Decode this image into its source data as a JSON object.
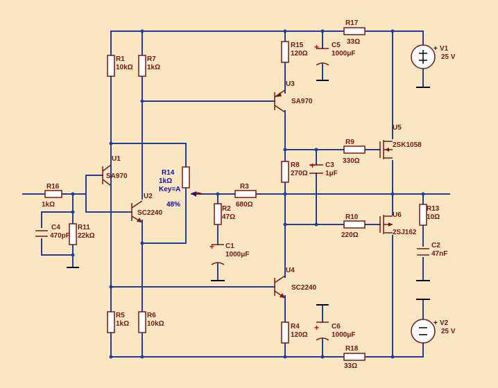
{
  "components": {
    "R1": {
      "name": "R1",
      "value": "10kΩ"
    },
    "R2": {
      "name": "R2",
      "value": "47Ω"
    },
    "R3": {
      "name": "R3",
      "value": "680Ω"
    },
    "R4": {
      "name": "R4",
      "value": "120Ω"
    },
    "R5": {
      "name": "R5",
      "value": "1kΩ"
    },
    "R6": {
      "name": "R6",
      "value": "10kΩ"
    },
    "R7": {
      "name": "R7",
      "value": "1kΩ"
    },
    "R8": {
      "name": "R8",
      "value": "270Ω"
    },
    "R9": {
      "name": "R9",
      "value": "330Ω"
    },
    "R10": {
      "name": "R10",
      "value": "220Ω"
    },
    "R11": {
      "name": "R11",
      "value": "22kΩ"
    },
    "R13": {
      "name": "R13",
      "value": "10Ω"
    },
    "R14": {
      "name": "R14",
      "value": "1kΩ",
      "key": "Key=A",
      "position": "48%"
    },
    "R15": {
      "name": "R15",
      "value": "120Ω"
    },
    "R16": {
      "name": "R16",
      "value": "1kΩ"
    },
    "R17": {
      "name": "R17",
      "value": "33Ω"
    },
    "R18": {
      "name": "R18",
      "value": "33Ω"
    },
    "C1": {
      "name": "C1",
      "value": "1000μF"
    },
    "C2": {
      "name": "C2",
      "value": "47nF"
    },
    "C3": {
      "name": "C3",
      "value": "1μF"
    },
    "C4": {
      "name": "C4",
      "value": "470pF"
    },
    "C5": {
      "name": "C5",
      "value": "1000μF"
    },
    "C6": {
      "name": "C6",
      "value": "1000μF"
    },
    "U1": {
      "name": "U1",
      "part": "SA970"
    },
    "U2": {
      "name": "U2",
      "part": "SC2240"
    },
    "U3": {
      "name": "U3",
      "part": "SA970"
    },
    "U4": {
      "name": "U4",
      "part": "SC2240"
    },
    "U5": {
      "name": "U5",
      "part": "2SK1058"
    },
    "U6": {
      "name": "U6",
      "part": "2SJ162"
    },
    "V1": {
      "name": "V1",
      "value": "25 V",
      "polarity": "+"
    },
    "V2": {
      "name": "V2",
      "value": "25 V",
      "polarity": "+"
    }
  },
  "colors": {
    "background": "#fbe6c2",
    "wire": "#1f3f9a",
    "component": "#7a1414",
    "potentiometer_label": "#1010a8"
  }
}
